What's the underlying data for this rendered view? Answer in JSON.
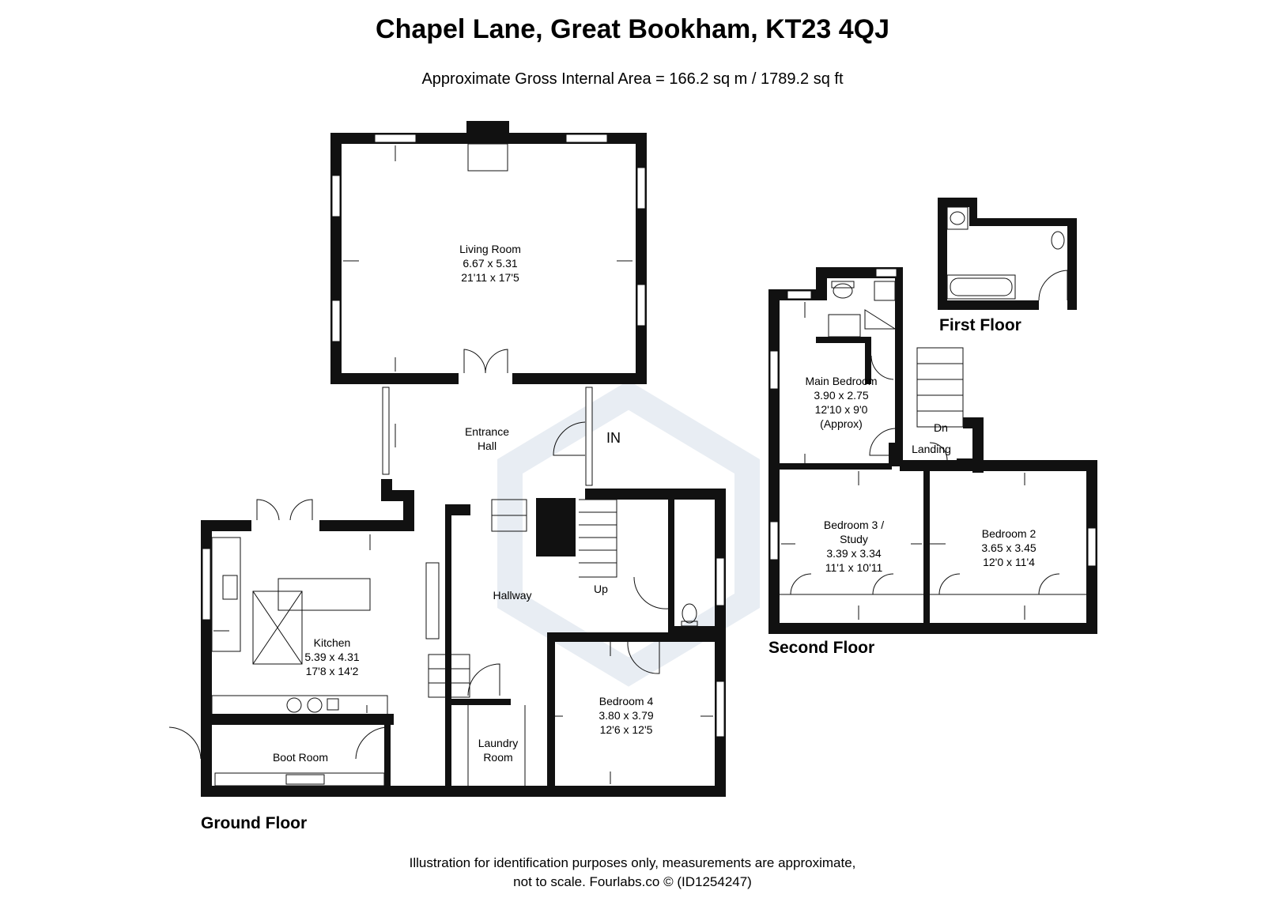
{
  "header": {
    "title": "Chapel Lane, Great Bookham, KT23 4QJ",
    "area": "Approximate Gross Internal Area = 166.2 sq m / 1789.2 sq ft"
  },
  "floors": {
    "ground": "Ground Floor",
    "first": "First Floor",
    "second": "Second Floor"
  },
  "rooms": {
    "living": {
      "name": "Living Room",
      "metric": "6.67 x 5.31",
      "imperial": "21'11 x 17'5"
    },
    "entrance": {
      "line1": "Entrance",
      "line2": "Hall"
    },
    "kitchen": {
      "name": "Kitchen",
      "metric": "5.39 x 4.31",
      "imperial": "17'8 x 14'2"
    },
    "hallway": {
      "name": "Hallway"
    },
    "boot": {
      "name": "Boot Room"
    },
    "laundry": {
      "line1": "Laundry",
      "line2": "Room"
    },
    "bedroom4": {
      "name": "Bedroom 4",
      "metric": "3.80 x 3.79",
      "imperial": "12'6 x 12'5"
    },
    "main_bedroom": {
      "name": "Main Bedroom",
      "metric": "3.90 x 2.75",
      "imperial": "12'10 x 9'0",
      "note": "(Approx)"
    },
    "bedroom3": {
      "line1": "Bedroom 3 /",
      "line2": "Study",
      "metric": "3.39 x 3.34",
      "imperial": "11'1 x 10'11"
    },
    "bedroom2": {
      "name": "Bedroom 2",
      "metric": "3.65 x 3.45",
      "imperial": "12'0 x 11'4"
    },
    "landing": {
      "name": "Landing"
    }
  },
  "labels": {
    "entry": "IN",
    "up": "Up",
    "down": "Dn"
  },
  "footer": {
    "line1": "Illustration for identification purposes only, measurements are approximate,",
    "line2": "not to scale. Fourlabs.co © (ID1254247)"
  },
  "colors": {
    "wall": "#111111",
    "watermark": "#e6ecf3"
  }
}
